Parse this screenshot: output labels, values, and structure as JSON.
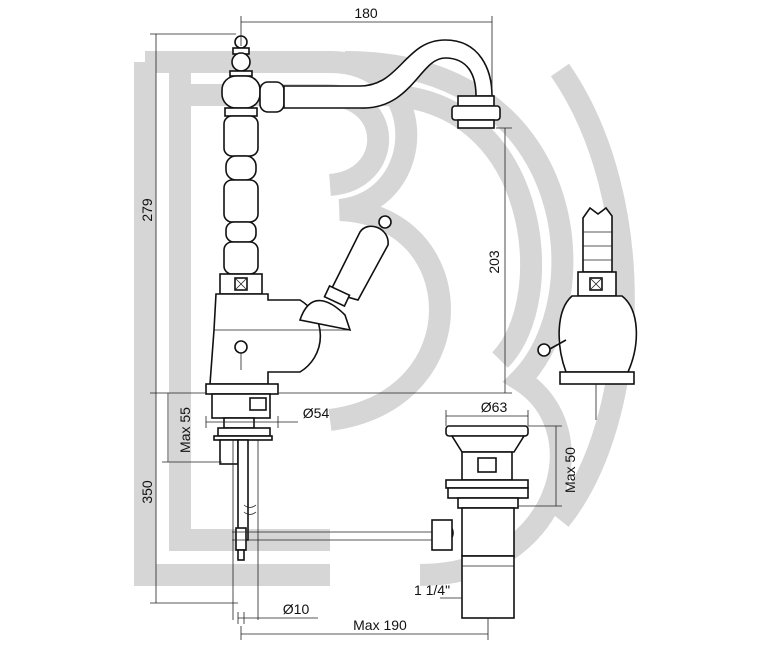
{
  "drawing": {
    "dimensions": {
      "spout_reach": "180",
      "overall_height": "279",
      "spout_height": "203",
      "max_deck_thickness": "Max 55",
      "base_diameter": "Ø54",
      "waste_diameter": "Ø63",
      "waste_max_height": "Max 50",
      "total_height": "350",
      "waste_thread": "1 1/4\"",
      "pipe_diameter": "Ø10",
      "pull_rod_reach": "Max 190"
    }
  }
}
